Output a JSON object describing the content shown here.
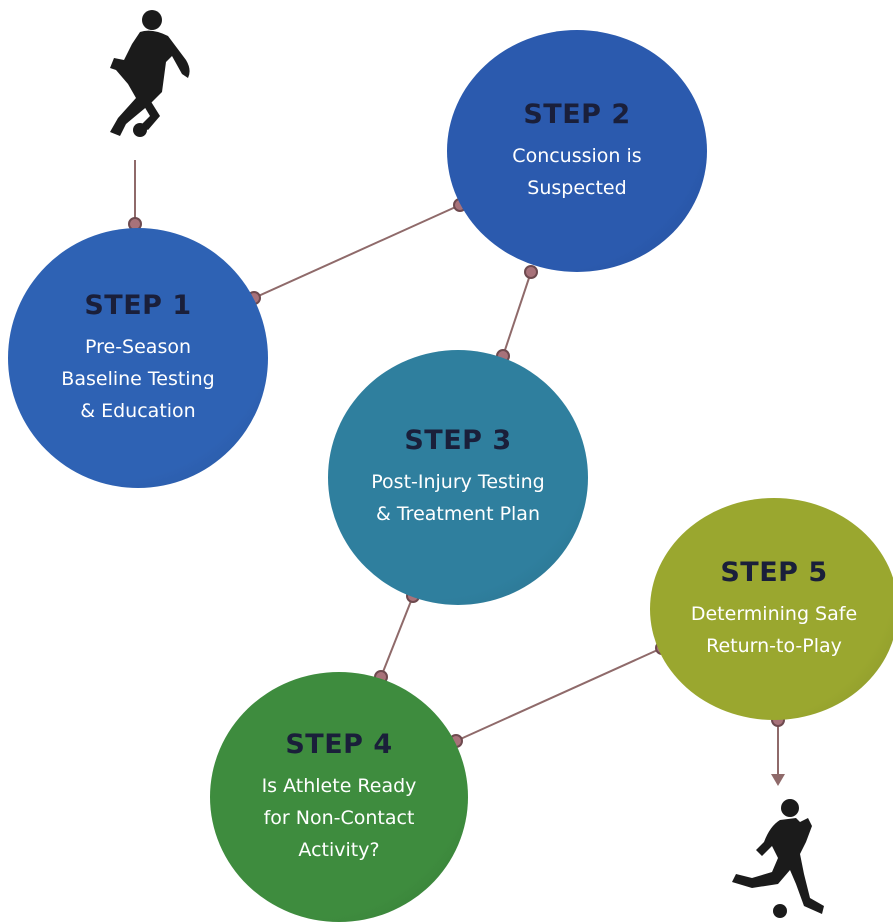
{
  "colors": {
    "step1": "#2e62b4",
    "step2": "#2b5aae",
    "step3": "#2f7f9e",
    "step4": "#3e8c3e",
    "step5": "#9aa72f",
    "connector": "#8f6a6a",
    "silhouette": "#1b1b1b"
  },
  "steps": [
    {
      "title": "STEP 1",
      "lines": [
        "Pre-Season",
        "Baseline Testing",
        "& Education"
      ]
    },
    {
      "title": "STEP 2",
      "lines": [
        "Concussion is",
        "Suspected"
      ]
    },
    {
      "title": "STEP 3",
      "lines": [
        "Post-Injury Testing",
        "& Treatment Plan"
      ]
    },
    {
      "title": "STEP 4",
      "lines": [
        "Is Athlete Ready",
        "for Non-Contact",
        "Activity?"
      ]
    },
    {
      "title": "STEP 5",
      "lines": [
        "Determining Safe",
        "Return-to-Play"
      ]
    }
  ],
  "icons": {
    "start": "soccer-player-icon",
    "end": "soccer-player-kicking-icon"
  }
}
